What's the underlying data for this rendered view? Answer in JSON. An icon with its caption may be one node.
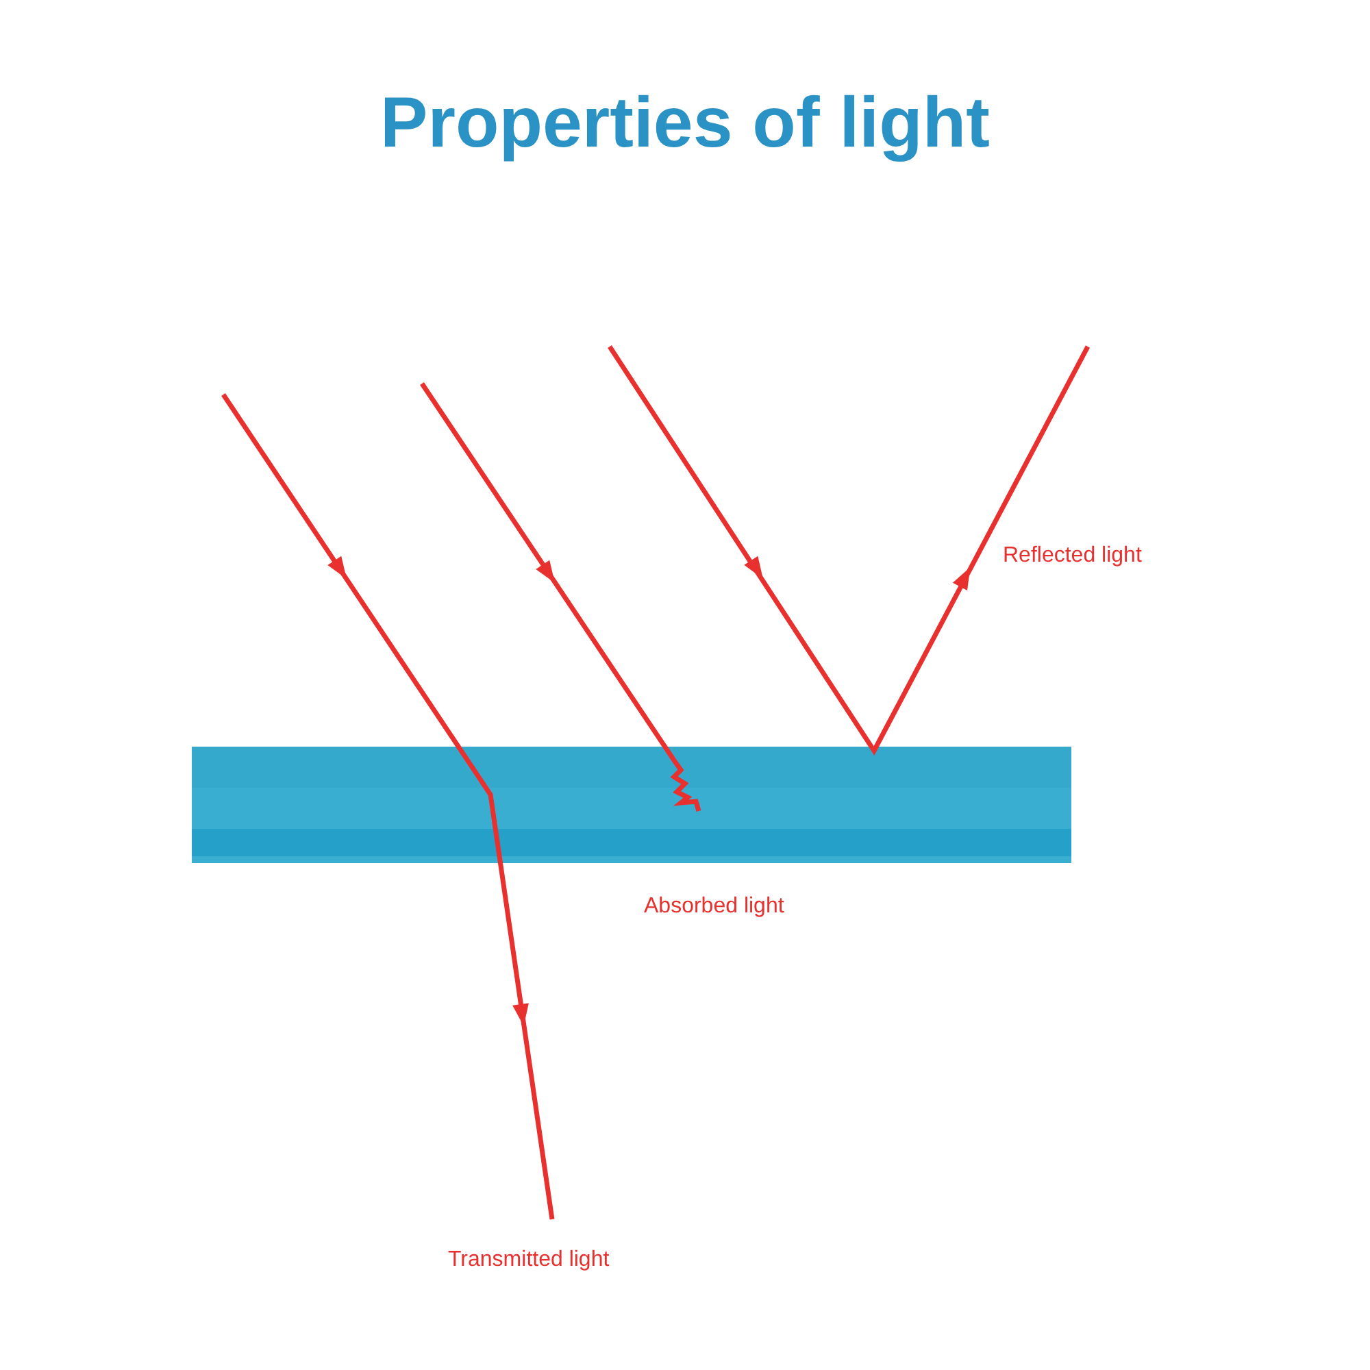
{
  "diagram": {
    "title": "Properties of light",
    "labels": [
      "Reflected light",
      "Absorbed light",
      "Transmitted light"
    ]
  }
}
